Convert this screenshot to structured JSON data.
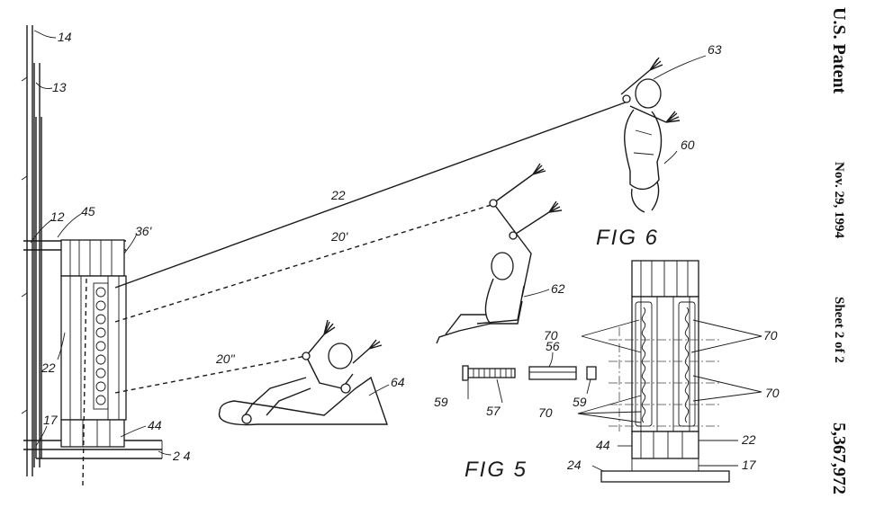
{
  "header": {
    "title": "U.S. Patent",
    "date": "Nov. 29, 1994",
    "sheet": "Sheet 2 of 2",
    "patent_number": "5,367,972"
  },
  "figures": {
    "fig5": "FIG 5",
    "fig6": "FIG 6"
  },
  "labels": {
    "n14": "14",
    "n13": "13",
    "n12": "12",
    "n45": "45",
    "n36p": "36'",
    "n22_left": "22",
    "n22_cable": "22",
    "n20p": "20'",
    "n20pp": "20\"",
    "n17_left": "17",
    "n44_left": "44",
    "n24_left": "2 4",
    "n63": "63",
    "n60": "60",
    "n62": "62",
    "n64": "64",
    "n56": "56",
    "n59_left": "59",
    "n57": "57",
    "n59_right": "59",
    "n70_a": "70",
    "n70_b": "70",
    "n70_c": "70",
    "n70_d": "70",
    "n44_right": "44",
    "n22_right": "22",
    "n24_right": "24",
    "n17_right": "17"
  }
}
